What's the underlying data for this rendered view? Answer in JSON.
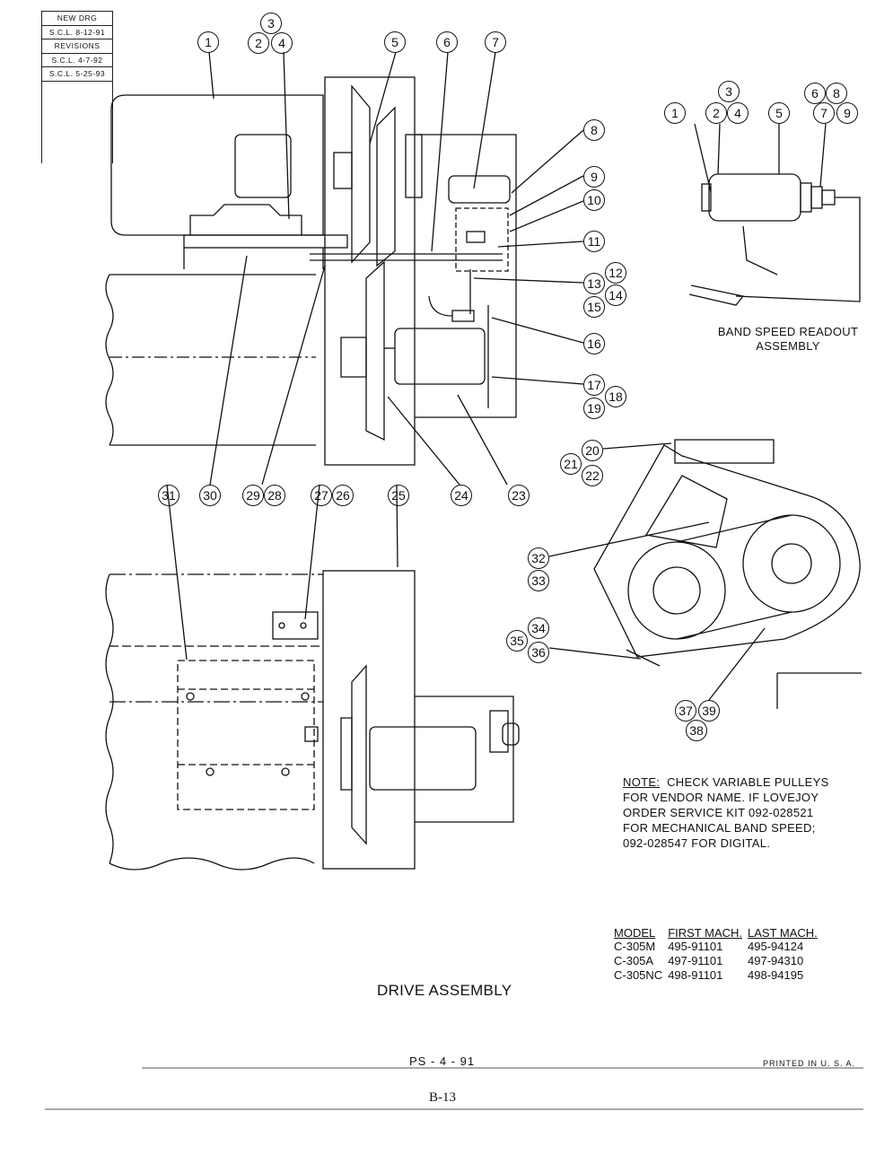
{
  "revision_block": {
    "rows": [
      "NEW DRG",
      "S.C.L. 8-12-91",
      "REVISIONS",
      "S.C.L. 4-7-92",
      "S.C.L. 5-25-93"
    ]
  },
  "callouts": {
    "main_top": [
      "1",
      "3",
      "2",
      "4",
      "5",
      "6",
      "7"
    ],
    "main_right": [
      "8",
      "9",
      "10",
      "11",
      "12",
      "13",
      "14",
      "15",
      "16",
      "17",
      "18",
      "19"
    ],
    "main_bottom": [
      "31",
      "30",
      "29",
      "28",
      "27",
      "26",
      "25",
      "24",
      "23"
    ],
    "readout": [
      "1",
      "2",
      "3",
      "4",
      "5",
      "6",
      "7",
      "8",
      "9"
    ],
    "guard": [
      "20",
      "21",
      "22",
      "32",
      "33",
      "34",
      "35",
      "36",
      "37",
      "39",
      "38"
    ]
  },
  "readout_title": [
    "BAND SPEED READOUT",
    "ASSEMBLY"
  ],
  "note": {
    "label": "NOTE:",
    "lines": [
      "CHECK VARIABLE PULLEYS",
      "FOR VENDOR NAME. IF LOVEJOY",
      "ORDER SERVICE KIT 092-028521",
      "FOR MECHANICAL BAND SPEED;",
      "092-028547 FOR DIGITAL."
    ]
  },
  "model_table": {
    "headers": [
      "MODEL",
      "FIRST MACH.",
      "LAST MACH."
    ],
    "rows": [
      [
        "C-305M",
        "495-91101",
        "495-94124"
      ],
      [
        "C-305A",
        "497-91101",
        "497-94310"
      ],
      [
        "C-305NC",
        "498-91101",
        "498-94195"
      ]
    ]
  },
  "title": "DRIVE ASSEMBLY",
  "footer": {
    "code": "PS - 4 - 91",
    "printed": "PRINTED IN U. S. A.",
    "page": "B-13"
  }
}
